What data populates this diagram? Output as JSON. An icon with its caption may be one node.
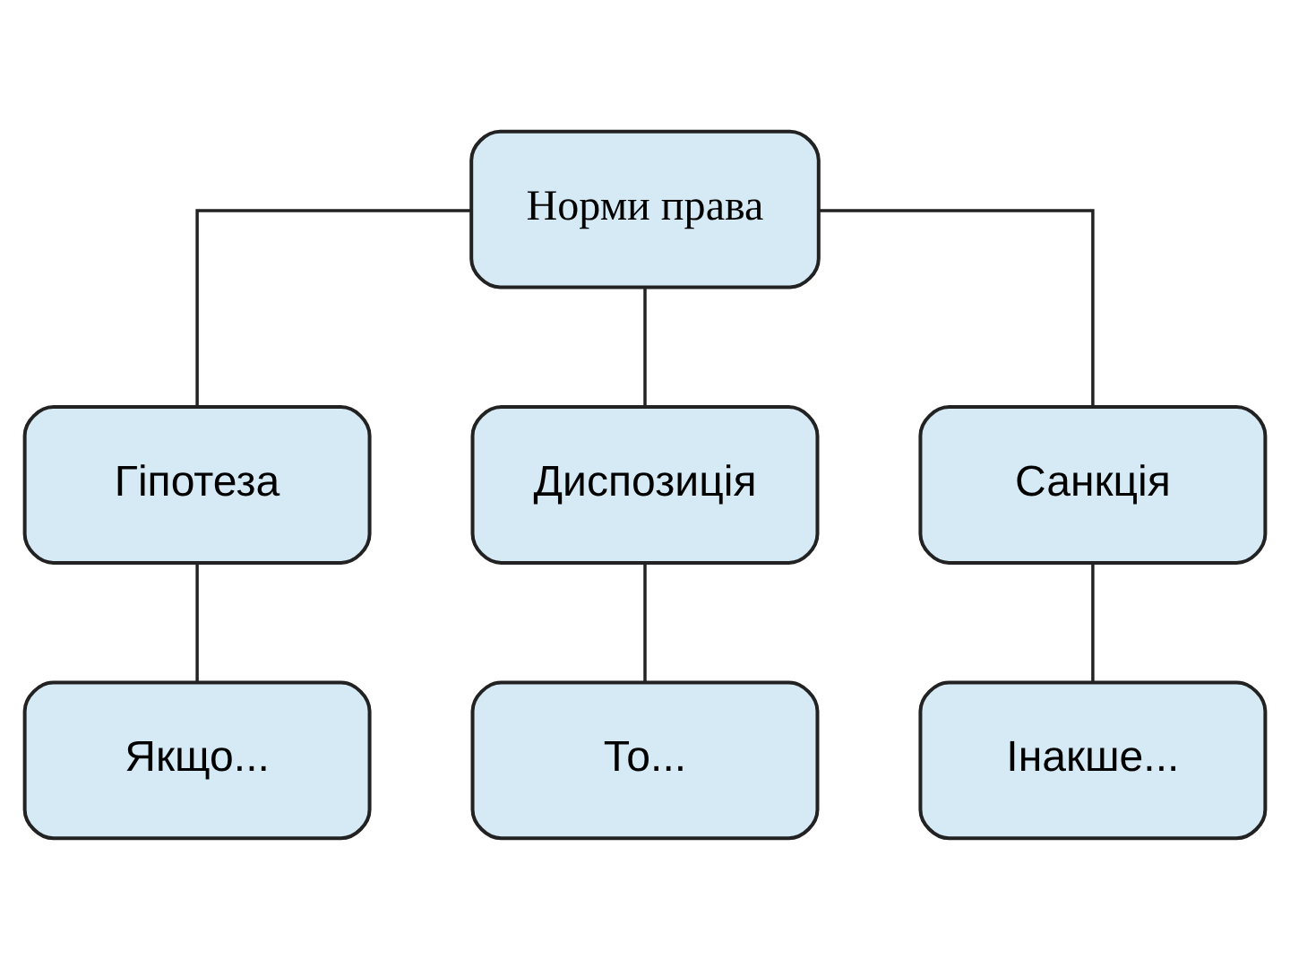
{
  "diagram": {
    "nodes": [
      {
        "text": [
          "Норми права"
        ]
      },
      {
        "text": [
          "Гіпотеза"
        ]
      },
      {
        "text": [
          "Диспозиція"
        ]
      },
      {
        "text": [
          "Санкція"
        ]
      },
      {
        "text": [
          "Якщо..."
        ]
      },
      {
        "text": [
          "То..."
        ]
      },
      {
        "text": [
          "Інакше..."
        ]
      }
    ],
    "edges": [
      {
        "from": 0,
        "to": 1,
        "arrow": "none"
      },
      {
        "from": 0,
        "to": 2,
        "arrow": "none"
      },
      {
        "from": 0,
        "to": 3,
        "arrow": "none"
      },
      {
        "from": 1,
        "to": 4,
        "arrow": "none"
      },
      {
        "from": 2,
        "to": 5,
        "arrow": "none"
      },
      {
        "from": 3,
        "to": 6,
        "arrow": "none"
      }
    ]
  }
}
